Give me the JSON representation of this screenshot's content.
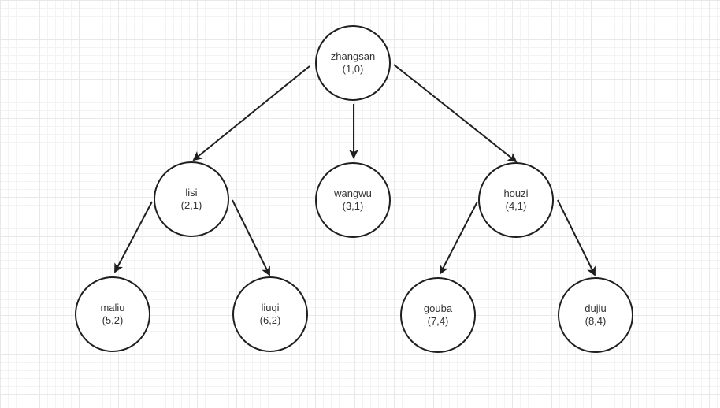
{
  "colors": {
    "stroke": "#1f1f1f",
    "text": "#333333",
    "node_fill": "#ffffff",
    "grid_major": "#e8e8e8",
    "grid_minor": "#f3f3f3"
  },
  "nodes": [
    {
      "id": "zhangsan",
      "name": "zhangsan",
      "label": "(1,0)"
    },
    {
      "id": "lisi",
      "name": "lisi",
      "label": "(2,1)"
    },
    {
      "id": "wangwu",
      "name": "wangwu",
      "label": "(3,1)"
    },
    {
      "id": "houzi",
      "name": "houzi",
      "label": "(4,1)"
    },
    {
      "id": "maliu",
      "name": "maliu",
      "label": "(5,2)"
    },
    {
      "id": "liuqi",
      "name": "liuqi",
      "label": "(6,2)"
    },
    {
      "id": "gouba",
      "name": "gouba",
      "label": "(7,4)"
    },
    {
      "id": "dujiu",
      "name": "dujiu",
      "label": "(8,4)"
    }
  ],
  "edges": [
    {
      "from": "zhangsan",
      "to": "lisi"
    },
    {
      "from": "zhangsan",
      "to": "wangwu"
    },
    {
      "from": "zhangsan",
      "to": "houzi"
    },
    {
      "from": "lisi",
      "to": "maliu"
    },
    {
      "from": "lisi",
      "to": "liuqi"
    },
    {
      "from": "houzi",
      "to": "gouba"
    },
    {
      "from": "houzi",
      "to": "dujiu"
    }
  ]
}
